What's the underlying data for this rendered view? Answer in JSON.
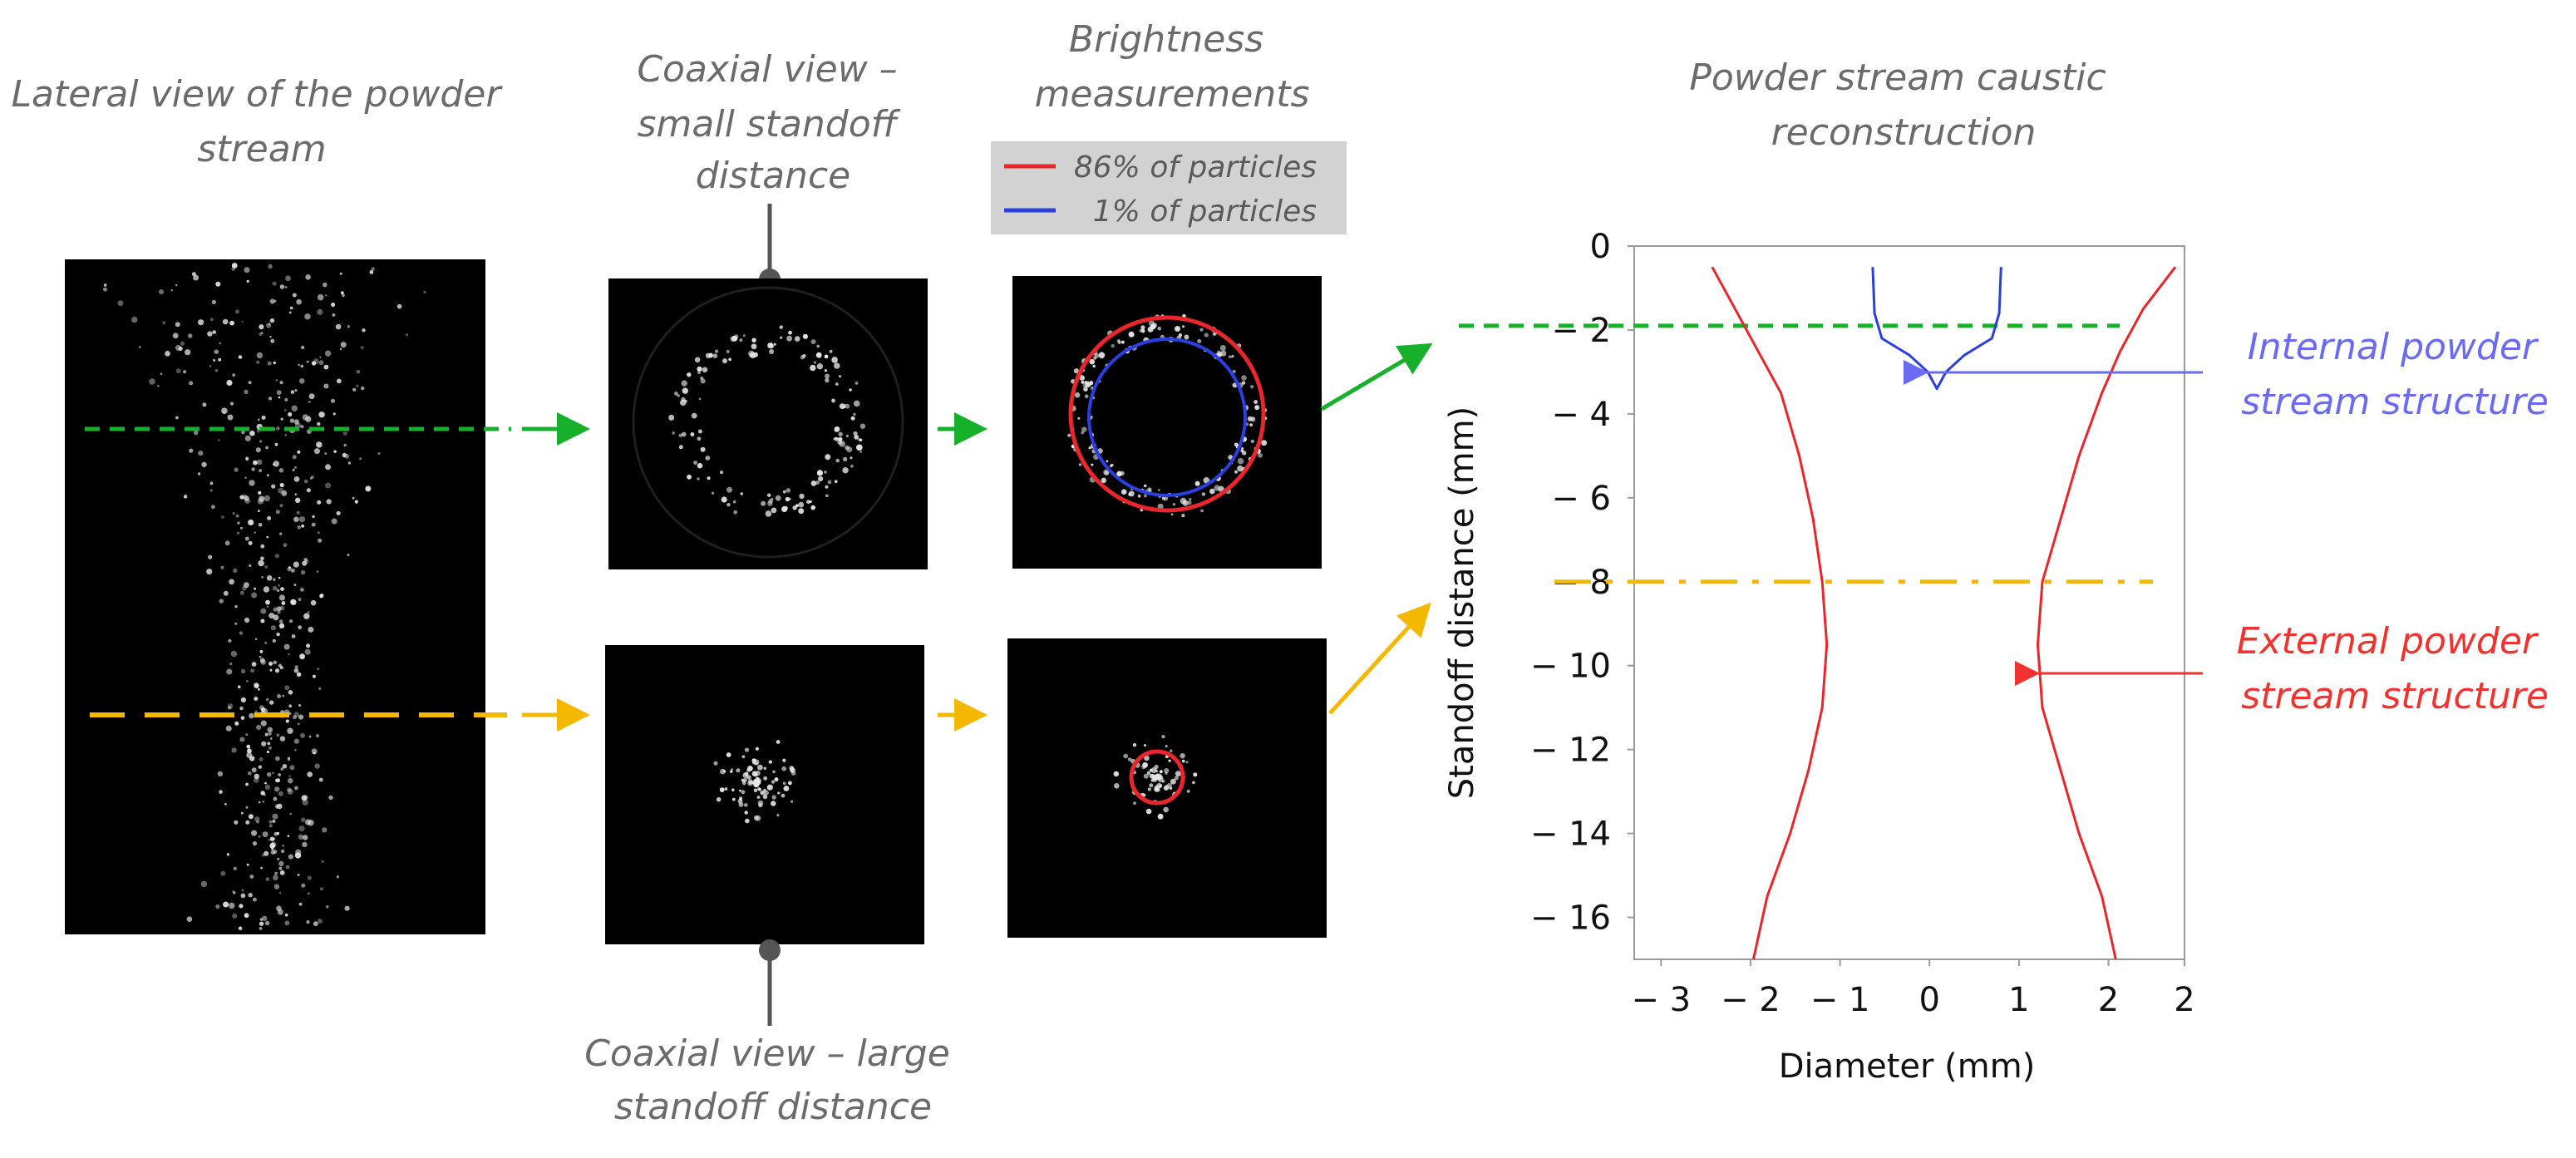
{
  "captions": {
    "lateral": [
      "Lateral view of the powder",
      "stream"
    ],
    "coaxial_small": [
      "Coaxial view –",
      "small standoff",
      "distance"
    ],
    "coaxial_large": [
      "Coaxial view – large",
      "standoff distance"
    ],
    "brightness": [
      "Brightness",
      "measurements"
    ],
    "caustic": [
      "Powder stream caustic",
      "reconstruction"
    ]
  },
  "legend": [
    {
      "label": "86% of particles",
      "color": "#e8262b"
    },
    {
      "label": "1% of particles",
      "color": "#2b3fe0"
    }
  ],
  "annotations": {
    "internal": {
      "lines": [
        "Internal powder",
        "stream structure"
      ],
      "color": "#6a6af2"
    },
    "external": {
      "lines": [
        "External powder",
        "stream structure"
      ],
      "color": "#f2322e"
    }
  },
  "colors": {
    "green": "#17b02a",
    "yellow": "#f5b800",
    "red": "#e8262b",
    "blue": "#2b3fe0"
  },
  "chart_data": {
    "type": "line",
    "xlabel": "Diameter (mm)",
    "ylabel": "Standoff distance (mm)",
    "xlim": [
      -3.3,
      2.7
    ],
    "ylim": [
      -17,
      0
    ],
    "x_ticks": [
      "− 3",
      "− 2",
      "− 1",
      "0",
      "1",
      "2",
      "2"
    ],
    "y_ticks": [
      "0",
      "− 2",
      "− 4",
      "− 6",
      "− 8",
      "− 10",
      "− 12",
      "− 14",
      "− 16"
    ],
    "external_left": [
      [
        -2.45,
        -0.5
      ],
      [
        -2.2,
        -1.5
      ],
      [
        -1.95,
        -2.5
      ],
      [
        -1.7,
        -3.5
      ],
      [
        -1.5,
        -5
      ],
      [
        -1.35,
        -6.5
      ],
      [
        -1.25,
        -8
      ],
      [
        -1.2,
        -9.5
      ],
      [
        -1.25,
        -11
      ],
      [
        -1.4,
        -12.5
      ],
      [
        -1.6,
        -14
      ],
      [
        -1.85,
        -15.5
      ],
      [
        -2.0,
        -17
      ]
    ],
    "external_right": [
      [
        2.6,
        -0.5
      ],
      [
        2.25,
        -1.5
      ],
      [
        2.0,
        -2.5
      ],
      [
        1.8,
        -3.5
      ],
      [
        1.55,
        -5
      ],
      [
        1.35,
        -6.5
      ],
      [
        1.15,
        -8
      ],
      [
        1.1,
        -9.5
      ],
      [
        1.15,
        -11
      ],
      [
        1.35,
        -12.5
      ],
      [
        1.55,
        -14
      ],
      [
        1.8,
        -15.5
      ],
      [
        1.95,
        -17
      ]
    ],
    "internal": [
      [
        -0.7,
        -0.5
      ],
      [
        -0.68,
        -1.6
      ],
      [
        -0.6,
        -2.2
      ],
      [
        -0.3,
        -2.6
      ],
      [
        -0.1,
        -3.0
      ],
      [
        0.0,
        -3.4
      ],
      [
        0.1,
        -3.0
      ],
      [
        0.3,
        -2.6
      ],
      [
        0.6,
        -2.2
      ],
      [
        0.68,
        -1.6
      ],
      [
        0.7,
        -0.5
      ]
    ],
    "reference_lines": [
      {
        "y": -1.9,
        "color": "green",
        "style": "dashed"
      },
      {
        "y": -8.0,
        "color": "yellow",
        "style": "dashdot"
      }
    ]
  }
}
